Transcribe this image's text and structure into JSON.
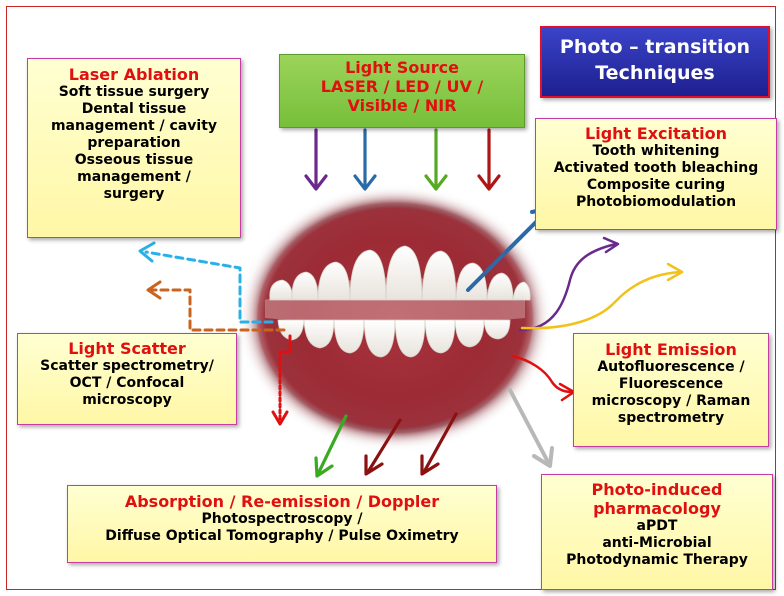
{
  "title": {
    "lines": [
      "Photo – transition",
      "Techniques"
    ]
  },
  "source": {
    "title_lines": [
      "Light Source",
      "LASER / LED / UV /",
      "Visible / NIR"
    ]
  },
  "boxes": {
    "ablation": {
      "title": "Laser Ablation",
      "lines": [
        "Soft tissue surgery",
        "Dental tissue",
        "management  / cavity",
        "preparation",
        "Osseous tissue",
        "management  /",
        "surgery"
      ]
    },
    "excitation": {
      "title": "Light Excitation",
      "lines": [
        "Tooth whitening",
        "Activated tooth bleaching",
        "Composite curing",
        "Photobiomodulation"
      ]
    },
    "scatter": {
      "title": "Light Scatter",
      "lines": [
        "Scatter spectrometry/",
        "OCT / Confocal",
        "microscopy"
      ]
    },
    "emission": {
      "title": "Light Emission",
      "lines": [
        "Autofluorescence  /",
        "Fluorescence",
        "microscopy / Raman",
        "spectrometry"
      ]
    },
    "absorption": {
      "title": "Absorption / Re-emission / Doppler",
      "lines": [
        "Photospectroscopy /",
        "Diffuse Optical Tomography / Pulse Oximetry"
      ]
    },
    "pharmacology": {
      "title_lines": [
        "Photo-induced",
        "pharmacology"
      ],
      "lines": [
        "aPDT",
        "anti-Microbial",
        "Photodynamic Therapy"
      ]
    }
  },
  "colors": {
    "frame": "#cc2222",
    "box_bg": "#fff7a6",
    "box_border": "#c53ca3",
    "heading": "#e01010",
    "source_bg": "#8cc63f",
    "title_bg": "#23239a",
    "arrow_purple": "#6a2a8c",
    "arrow_blue": "#2a6aa8",
    "arrow_green": "#55aa22",
    "arrow_red": "#b01515",
    "arrow_lightblue": "#2ab0e8",
    "arrow_orange": "#c8641e",
    "arrow_yellow": "#f2c21a",
    "arrow_grey": "#b8b8b8",
    "arrow_darkred": "#8b1010"
  },
  "image": {
    "subject": "teeth-photo"
  }
}
